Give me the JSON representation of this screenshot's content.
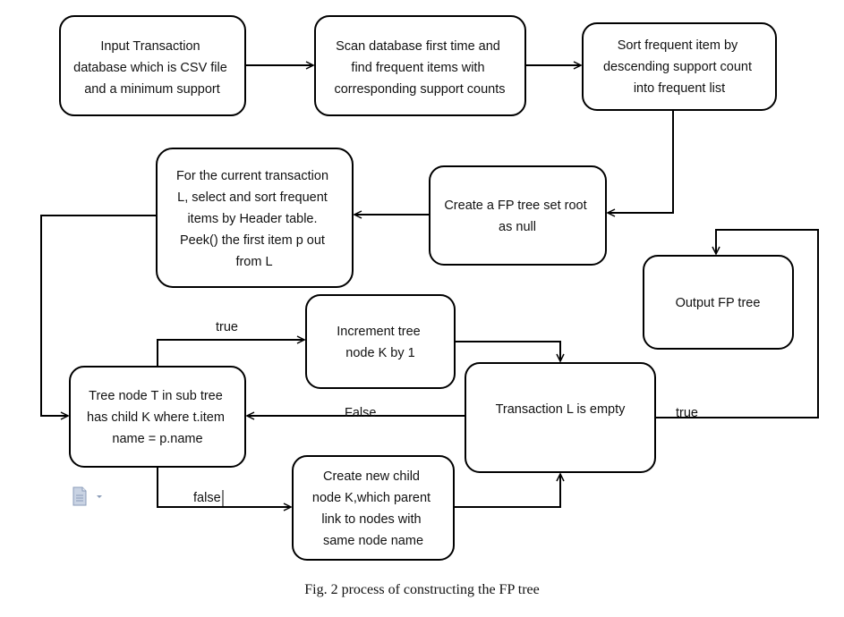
{
  "boxes": {
    "input": [
      "Input Transaction",
      "database which is CSV file",
      "and a minimum support"
    ],
    "scan": [
      "Scan database first time and",
      "find frequent items with",
      "corresponding support counts"
    ],
    "sort": [
      "Sort frequent item by",
      "descending support count",
      "into frequent list"
    ],
    "create_tree": [
      "Create a FP tree set root",
      "as null"
    ],
    "current_transaction": [
      "For the current transaction",
      "L, select and sort frequent",
      "items by Header table.",
      "Peek() the first item p out",
      "from L"
    ],
    "output": [
      "Output FP tree"
    ],
    "increment": [
      "Increment tree",
      "node K by 1"
    ],
    "tree_node": [
      "Tree node T in sub tree",
      "has child K where t.item",
      "name = p.name"
    ],
    "transaction_empty": [
      "Transaction L is empty"
    ],
    "create_child": [
      "Create new child",
      "node K,which parent",
      "link to nodes with",
      "same node name"
    ]
  },
  "edge_labels": {
    "true_top": "true",
    "false_left": "False",
    "true_right": "true",
    "false_bottom": "false"
  },
  "caption": "Fig. 2 process of constructing the FP tree",
  "icons": {
    "doc": "document-icon"
  },
  "colors": {
    "stroke": "#000000",
    "icon": "#8a9bb8"
  }
}
